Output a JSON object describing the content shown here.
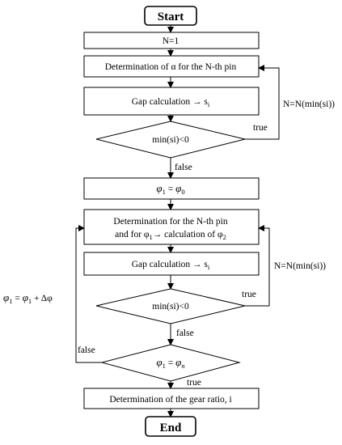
{
  "nodes": {
    "start": "Start",
    "init_n": "N=1",
    "alpha": "Determination of α for the N-th pin",
    "gap1": "Gap calculation → s",
    "gap1_sub": "i",
    "cond1": "min(si)<0",
    "phi_init_lhs": "φ",
    "phi_init_lhs_sub": "1",
    "phi_init_eq": " = ",
    "phi_init_rhs": "φ",
    "phi_init_rhs_sub": "0",
    "det_line1": "Determination for the N-th pin",
    "det_line2_a": "and for φ",
    "det_line2_sub": "1",
    "det_line2_b": "→ calculation of φ",
    "det_line2_sub2": "2",
    "gap2": "Gap calculation → s",
    "gap2_sub": "i",
    "cond2": "min(si)<0",
    "cond3_lhs": "φ",
    "cond3_lhs_sub": "1",
    "cond3_eq": " = ",
    "cond3_rhs": "φ",
    "cond3_rhs_sub": "n",
    "gear": "Determination of the gear ratio, i",
    "end": "End"
  },
  "labels": {
    "true1": "true",
    "false1": "false",
    "n_update1": "N=N(min(si))",
    "true2": "true",
    "n_update2": "N=N(min(si))",
    "false2": "false",
    "false3": "false",
    "true3": "true",
    "phi_inc_a": "φ",
    "phi_inc_sub1": "1",
    "phi_inc_eq": " = ",
    "phi_inc_b": "φ",
    "phi_inc_sub2": "1",
    "phi_inc_plus": " + Δφ"
  }
}
